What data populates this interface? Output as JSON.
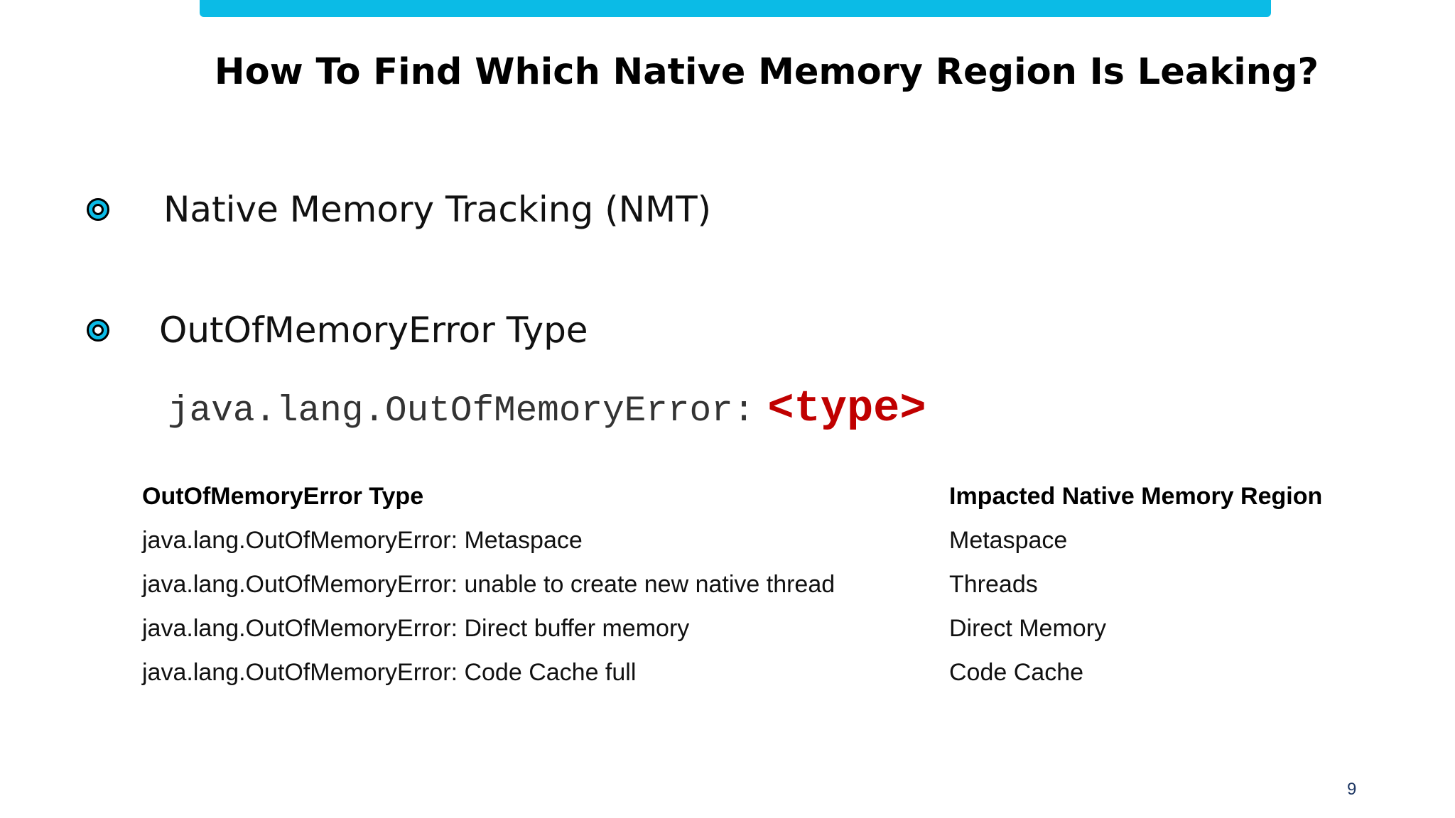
{
  "slide": {
    "title": "How To Find Which Native Memory Region Is Leaking?",
    "bullets": [
      {
        "icon": "circle-bullet-icon",
        "text": "Native Memory Tracking (NMT)"
      },
      {
        "icon": "circle-bullet-icon",
        "text": "OutOfMemoryError Type"
      }
    ],
    "code": {
      "prefix": "java.lang.OutOfMemoryError:",
      "type": "<type>"
    },
    "table": {
      "headers": [
        "OutOfMemoryError Type",
        "Impacted Native Memory Region"
      ],
      "rows": [
        [
          "java.lang.OutOfMemoryError: Metaspace",
          "Metaspace"
        ],
        [
          "java.lang.OutOfMemoryError: unable to create new native thread",
          "Threads"
        ],
        [
          "java.lang.OutOfMemoryError: Direct buffer memory",
          "Direct Memory"
        ],
        [
          "java.lang.OutOfMemoryError: Code Cache full",
          "Code Cache"
        ]
      ]
    },
    "page_number": "9"
  },
  "colors": {
    "accent": "#0bbbe6",
    "code_type": "#c00000",
    "page_number": "#1f3864"
  }
}
